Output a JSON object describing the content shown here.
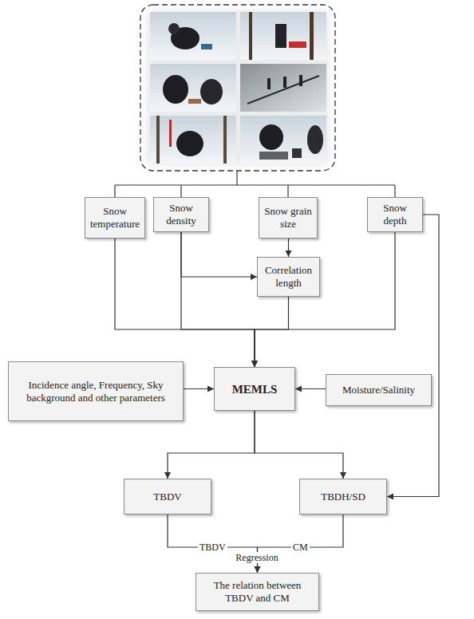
{
  "diagram": {
    "nodes": [
      {
        "text": [
          "Snow temperature"
        ]
      },
      {
        "text": [
          "Snow density"
        ]
      },
      {
        "text": [
          "Snow grain size"
        ]
      },
      {
        "text": [
          "Snow depth"
        ]
      },
      {
        "text": [
          "Correlation length"
        ]
      },
      {
        "text": [
          "Incidence angle, Frequency, Sky background and other parameters"
        ]
      },
      {
        "text": [
          "MEMLS"
        ]
      },
      {
        "text": [
          "Moisture/Salinity"
        ]
      },
      {
        "text": [
          "TBDV"
        ]
      },
      {
        "text": [
          "TBDH/SD"
        ]
      },
      {
        "text": [
          "The relation between TBDV and CM"
        ]
      }
    ],
    "edges": [
      {
        "from": 1,
        "to": 4,
        "arrow": "to"
      },
      {
        "from": 2,
        "to": 4,
        "arrow": "to"
      },
      {
        "from": 0,
        "to": 6,
        "arrow": "to"
      },
      {
        "from": 1,
        "to": 6,
        "arrow": "to"
      },
      {
        "from": 4,
        "to": 6,
        "arrow": "to"
      },
      {
        "from": 3,
        "to": 6,
        "arrow": "to"
      },
      {
        "from": 3,
        "to": 9,
        "arrow": "to"
      },
      {
        "from": 5,
        "to": 6,
        "arrow": "to"
      },
      {
        "from": 7,
        "to": 6,
        "arrow": "to"
      },
      {
        "from": 6,
        "to": 8,
        "arrow": "to"
      },
      {
        "from": 6,
        "to": 9,
        "arrow": "to"
      },
      {
        "from": 8,
        "to": 10,
        "label": "TBDV",
        "arrow": "to"
      },
      {
        "from": 9,
        "to": 10,
        "label": "CM",
        "arrow": "to"
      }
    ],
    "labels": [
      "Regression"
    ]
  }
}
